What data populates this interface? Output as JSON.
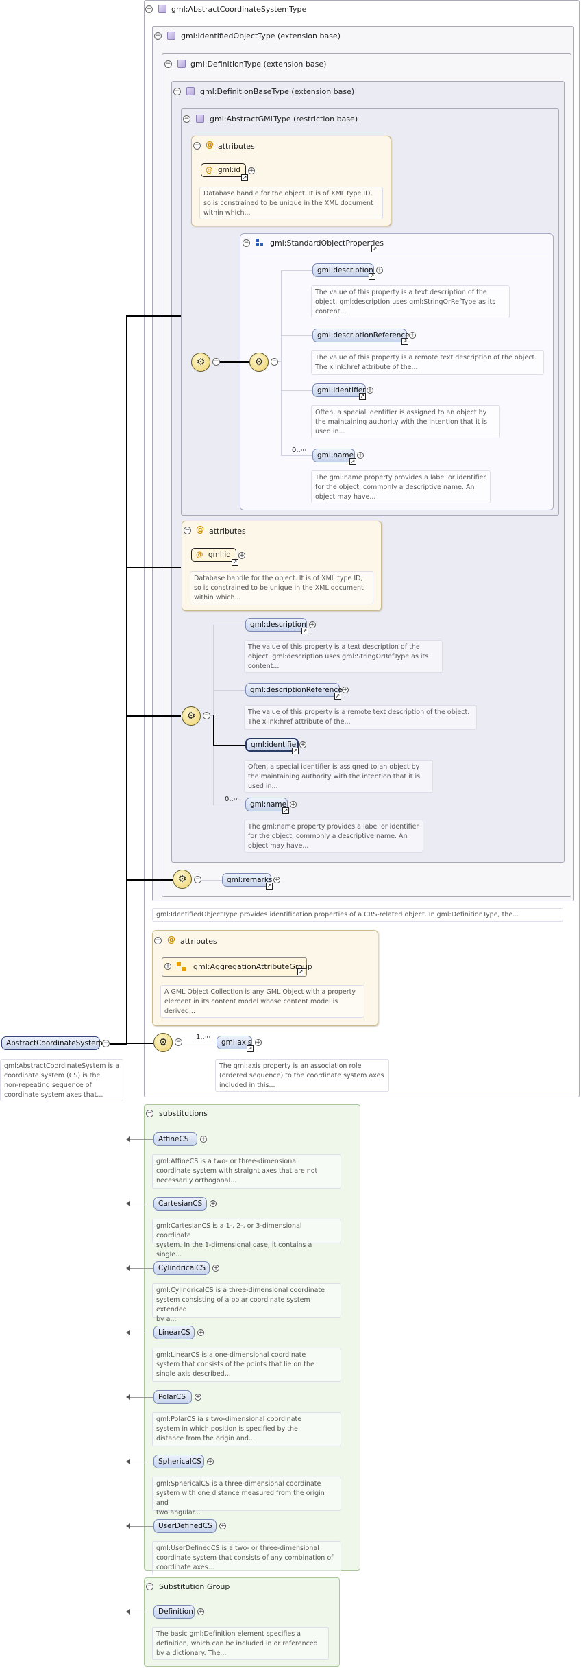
{
  "root_element": {
    "label": "AbstractCoordinateSystem",
    "desc": "gml:AbstractCoordinateSystem is a\ncoordinate system (CS) is the\nnon-repeating sequence of\ncoordinate system axes that..."
  },
  "types": {
    "abstract_cs": "gml:AbstractCoordinateSystemType",
    "identified_object": "gml:IdentifiedObjectType (extension base)",
    "definition": "gml:DefinitionType (extension base)",
    "definition_base": "gml:DefinitionBaseType (extension base)",
    "abstract_gml": "gml:AbstractGMLType (restriction base)"
  },
  "attrs1": {
    "title": "attributes",
    "id_label": "gml:id",
    "id_desc": "Database handle for the object. It is of XML type ID,\nso is constrained to be unique in the XML document\nwithin which..."
  },
  "std_props": {
    "title": "gml:StandardObjectProperties"
  },
  "elements1": [
    {
      "label": "gml:description",
      "desc": "The value of this property is a text description of the\nobject. gml:description uses gml:StringOrRefType as its\ncontent..."
    },
    {
      "label": "gml:descriptionReference",
      "desc": "The value of this property is a remote text description of the object.\nThe xlink:href attribute of the..."
    },
    {
      "label": "gml:identifier",
      "desc": "Often, a special identifier is assigned to an object by\nthe maintaining authority with the intention that it is\nused in..."
    },
    {
      "label": "gml:name",
      "desc": "The gml:name property provides a label or identifier\nfor the object, commonly a descriptive name. An\nobject may have..."
    }
  ],
  "occurrence_name": "0..∞",
  "attrs2": {
    "title": "attributes",
    "id_label": "gml:id",
    "id_desc": "Database handle for the object. It is of XML type ID,\nso is constrained to be unique in the XML document\nwithin which..."
  },
  "elements2": [
    {
      "label": "gml:description",
      "desc": "The value of this property is a text description of the\nobject. gml:description uses gml:StringOrRefType as its\ncontent..."
    },
    {
      "label": "gml:descriptionReference",
      "desc": "The value of this property is a remote text description of the object.\nThe xlink:href attribute of the..."
    },
    {
      "label": "gml:identifier",
      "desc": "Often, a special identifier is assigned to an object by\nthe maintaining authority with the intention that it is\nused in..."
    },
    {
      "label": "gml:name",
      "desc": "The gml:name property provides a label or identifier\nfor the object, commonly a descriptive name. An\nobject may have..."
    }
  ],
  "remarks": {
    "label": "gml:remarks"
  },
  "identified_desc": "gml:IdentifiedObjectType provides identification properties of a CRS-related object. In gml:DefinitionType, the...",
  "attrs3": {
    "title": "attributes",
    "group_label": "gml:AggregationAttributeGroup",
    "group_desc": "A GML Object Collection is any GML Object with a property\nelement in its content model whose content model is\nderived..."
  },
  "axis": {
    "label": "gml:axis",
    "occurrence": "1..∞",
    "desc": "The gml:axis property is an association role\n(ordered sequence) to the coordinate system axes\nincluded in this..."
  },
  "substitutions": {
    "title": "substitutions",
    "items": [
      {
        "label": "AffineCS",
        "desc": "gml:AffineCS is a two- or three-dimensional\ncoordinate system with straight axes that are not\nnecessarily orthogonal..."
      },
      {
        "label": "CartesianCS",
        "desc": "gml:CartesianCS is a 1-, 2-, or 3-dimensional coordinate\nsystem. In the 1-dimensional case, it contains a single..."
      },
      {
        "label": "CylindricalCS",
        "desc": "gml:CylindricalCS is a three-dimensional coordinate\nsystem consisting of a polar coordinate system extended\nby a..."
      },
      {
        "label": "LinearCS",
        "desc": "gml:LinearCS is a one-dimensional coordinate\nsystem that consists of the points that lie on the\nsingle axis described..."
      },
      {
        "label": "PolarCS",
        "desc": "gml:PolarCS ia s two-dimensional coordinate\nsystem in which position is specified by the\ndistance from the origin and..."
      },
      {
        "label": "SphericalCS",
        "desc": "gml:SphericalCS is a three-dimensional coordinate\nsystem with one distance measured from the origin and\ntwo angular..."
      },
      {
        "label": "UserDefinedCS",
        "desc": "gml:UserDefinedCS is a two- or three-dimensional\ncoordinate system that consists of any combination of\ncoordinate axes..."
      }
    ]
  },
  "substitution_group": {
    "title": "Substitution Group",
    "label": "Definition",
    "desc": "The basic gml:Definition element specifies a\ndefinition, which can be included in or referenced\nby a dictionary. The..."
  }
}
